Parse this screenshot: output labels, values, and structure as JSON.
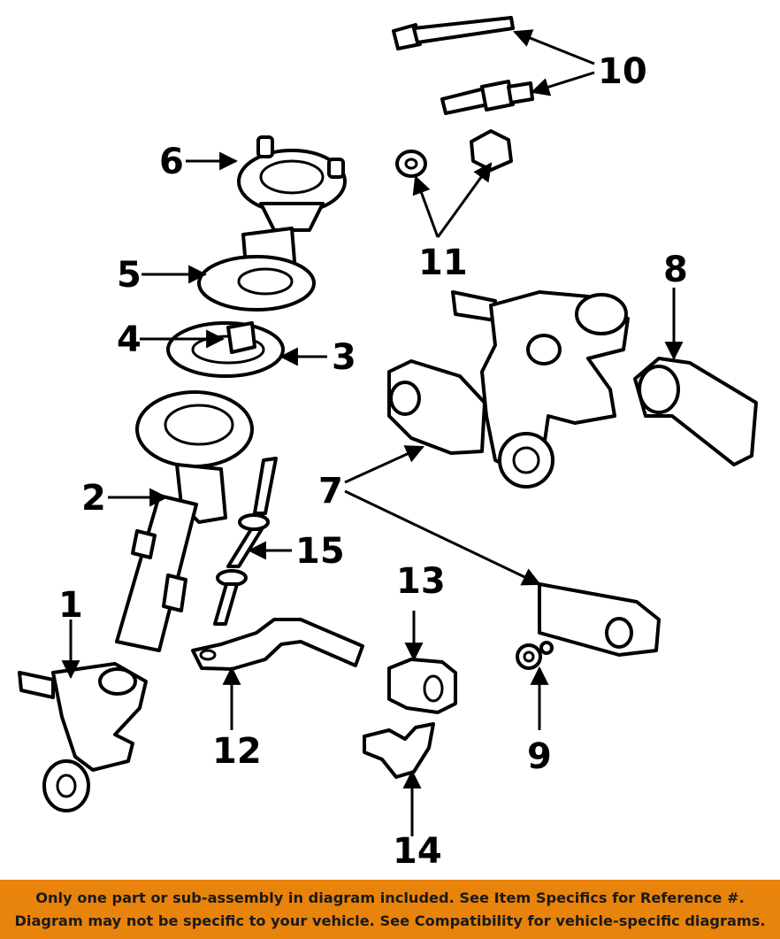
{
  "labels": {
    "l1": "1",
    "l2": "2",
    "l3": "3",
    "l4": "4",
    "l5": "5",
    "l6": "6",
    "l7": "7",
    "l8": "8",
    "l9": "9",
    "l10": "10",
    "l11": "11",
    "l12": "12",
    "l13": "13",
    "l14": "14",
    "l15": "15"
  },
  "banner": {
    "line1": "Only one part or sub-assembly in diagram included. See Item Specifics for Reference #.",
    "line2": "Diagram may not be specific to your vehicle. See Compatibility for vehicle-specific diagrams."
  },
  "colors": {
    "banner_bg": "#e8830c",
    "banner_text": "#1a1a1a",
    "line": "#000000"
  }
}
